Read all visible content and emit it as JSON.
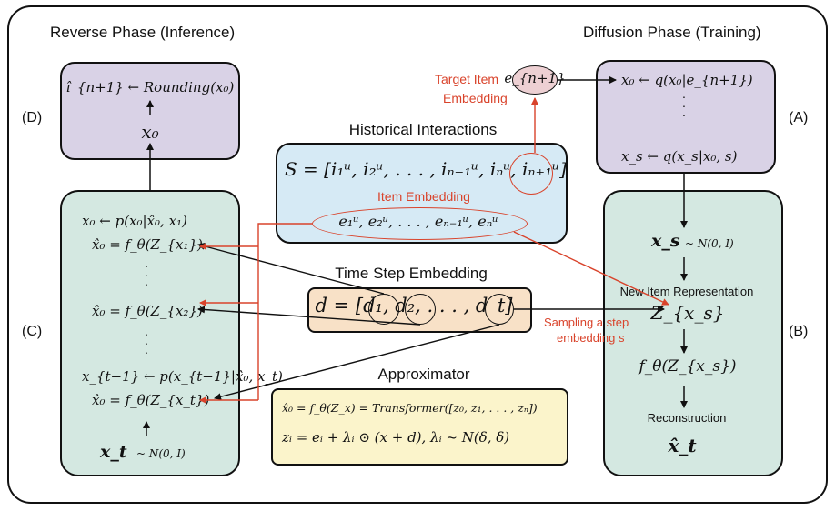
{
  "headings": {
    "reverse_phase": "Reverse Phase (Inference)",
    "diffusion_phase": "Diffusion Phase (Training)",
    "historical": "Historical Interactions",
    "time_step": "Time Step Embedding",
    "approximator": "Approximator"
  },
  "side_labels": {
    "D": "(D)",
    "A": "(A)",
    "C": "(C)",
    "B": "(B)"
  },
  "box_D": {
    "line1": "î_{n+1} ← Rounding(x₀)",
    "line2": "x₀"
  },
  "box_A": {
    "line1": "x₀ ← q(x₀|e_{n+1})",
    "dots": "·\n·\n·",
    "line2": "x_s ← q(x_s|x₀, s)"
  },
  "box_C": {
    "l1": "x₀ ← p(x₀|x̂₀, x₁)",
    "l2": "x̂₀ = f_θ(Z_{x₁})",
    "dots1": "·\n·\n·",
    "l3": "x̂₀ = f_θ(Z_{x₂})",
    "dots2": "·\n·\n·",
    "l4": "x_{t−1} ← p(x_{t−1}|x̂₀, x_t)",
    "l5": "x̂₀ = f_θ(Z_{x_t})",
    "xt": "x_t",
    "dist": "~ N(0, I)"
  },
  "box_B": {
    "xs": "x_s",
    "dist": "~ N(0, I)",
    "new_item": "New Item Representation",
    "z": "Z_{x_s}",
    "f": "f_θ(Z_{x_s})",
    "recon": "Reconstruction",
    "xhat": "x̂_t"
  },
  "historical": {
    "S": "S = [i₁ᵘ, i₂ᵘ, . . . , iₙ₋₁ᵘ, iₙᵘ, iₙ₊₁ᵘ]",
    "item_embedding": "Item Embedding",
    "e_seq": "e₁ᵘ, e₂ᵘ, . . . , eₙ₋₁ᵘ, eₙᵘ"
  },
  "target": {
    "label1": "Target Item",
    "label2": "Embedding",
    "node": "e_{n+1}"
  },
  "time_step": {
    "d": "d = [d₁, d₂, . . . , d_t]"
  },
  "sampling": {
    "line1": "Sampling a step",
    "line2": "embedding s"
  },
  "approximator": {
    "l1": "x̂₀ = f_θ(Z_x) = Transformer([z₀, z₁, . . . , zₙ])",
    "l2": "zᵢ = eᵢ + λᵢ ⊙ (x + d), λᵢ ~ N(δ, δ)"
  },
  "colors": {
    "purple": "#d9d2e6",
    "teal": "#d4e8e1",
    "blue": "#d6eaf5",
    "orange": "#f8e1c7",
    "yellow": "#fbf4cb",
    "pink": "#edd0d3",
    "red": "#d9432b"
  }
}
